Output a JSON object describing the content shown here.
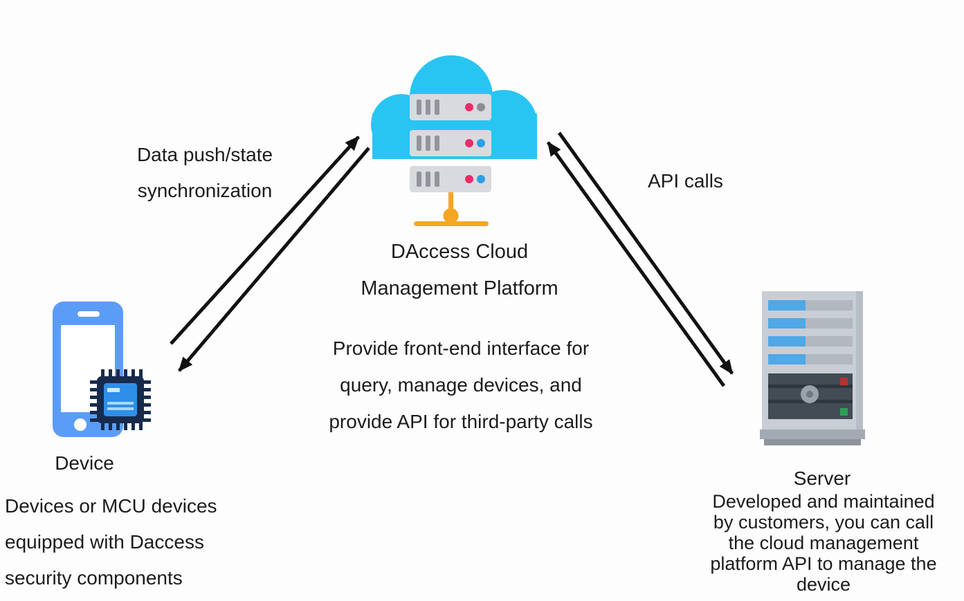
{
  "cloud": {
    "title": [
      "DAccess Cloud",
      "Management Platform"
    ],
    "description": [
      "Provide front-end interface for",
      "query, manage devices, and",
      "provide API for third-party calls"
    ]
  },
  "device": {
    "title": "Device",
    "description": [
      "Devices or MCU devices",
      "equipped with Daccess",
      "security components"
    ]
  },
  "server": {
    "title": "Server",
    "description": [
      "Developed and maintained",
      "by customers, you can call",
      "the cloud management",
      "platform API to manage the",
      "device"
    ]
  },
  "connections": {
    "device_cloud_label": [
      "Data push/state",
      "synchronization"
    ],
    "server_cloud_label": "API calls"
  },
  "icons": {
    "cloud": "cloud-server-icon",
    "device": "smartphone-chip-icon",
    "server": "server-tower-icon"
  },
  "colors": {
    "cloud_blue": "#29c5f2",
    "rack_gray": "#d9dade",
    "rack_slot_gray": "#94949c",
    "dot_pink": "#ee2a6b",
    "dot_blue": "#2b9fe6",
    "accent_orange": "#f5a623",
    "phone_blue": "#5b9cf6",
    "chip_dark": "#172b4d",
    "chip_screen": "#2f8fe8",
    "server_body": "#c9ced6",
    "server_bar_blue": "#4fa8e8",
    "server_panel_dark": "#434b55",
    "status_red": "#b23530",
    "status_green": "#2f9e57",
    "arrow_black": "#111111",
    "text_black": "#1c1c1c"
  }
}
